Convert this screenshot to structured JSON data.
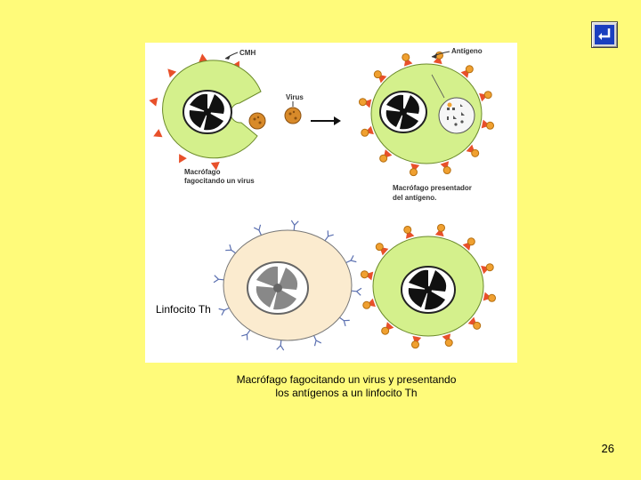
{
  "figure": {
    "labels": {
      "cmh": "CMH",
      "virus": "Virus",
      "antigen": "Antígeno",
      "macrophage_phagocytosis_1": "Macrófago",
      "macrophage_phagocytosis_2": "fagocitando un virus",
      "macrophage_presenter_1": "Macrófago presentador",
      "macrophage_presenter_2": "del antígeno.",
      "lymphocyte": "Linfocito Th"
    }
  },
  "caption": {
    "line1": "Macrófago fagocitando un virus y presentando",
    "line2": "los antígenos a un linfocito Th"
  },
  "page_number": "26",
  "colors": {
    "background": "#fffb7a",
    "cell_green": "#d4f08c",
    "receptor_red": "#e8502a",
    "antigen_orange": "#f0a030",
    "lymphocyte_fill": "#fbebcf"
  }
}
